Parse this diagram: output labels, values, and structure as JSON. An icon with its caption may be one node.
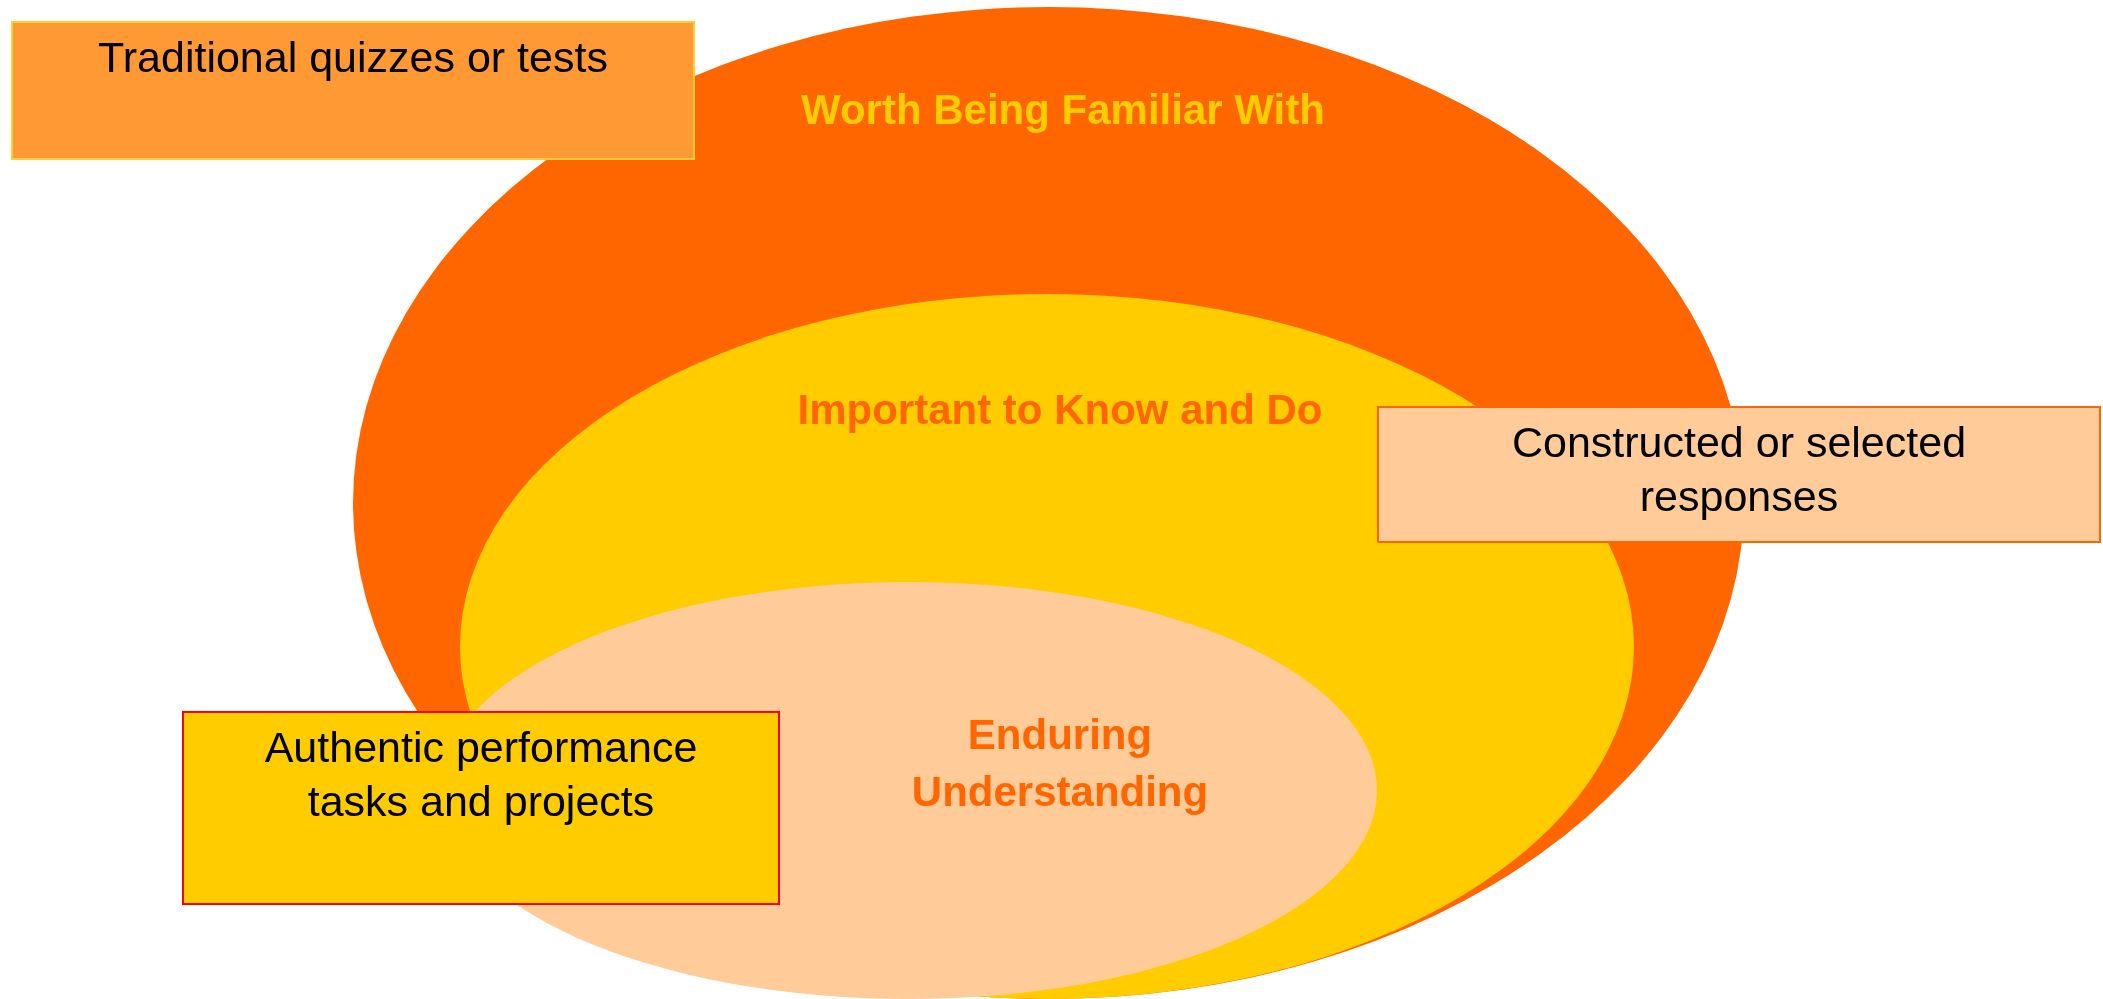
{
  "diagram": {
    "nodes": [
      {
        "text": [
          "Worth Being Familiar With"
        ]
      },
      {
        "text": [
          "Important to Know and Do"
        ],
        "in": 0
      },
      {
        "text": [
          "Enduring Understanding"
        ],
        "in": 1
      },
      {
        "text": [
          "Traditional quizzes or tests"
        ]
      },
      {
        "text": [
          "Constructed or selected responses"
        ]
      },
      {
        "text": [
          "Authentic performance tasks and projects"
        ]
      }
    ]
  }
}
